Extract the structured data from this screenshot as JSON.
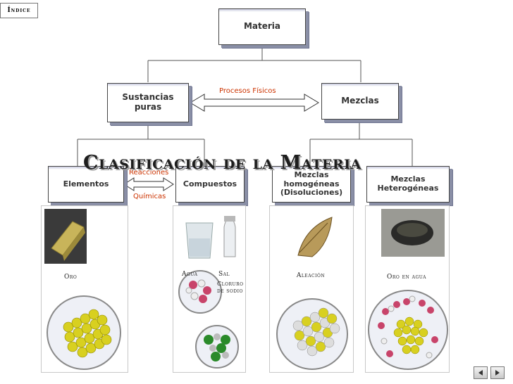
{
  "nav": {
    "index_label": "Índice"
  },
  "title": "Clasificación de la Materia",
  "nodes": {
    "materia": "Materia",
    "sustancias": "Sustancias puras",
    "mezclas": "Mezclas",
    "elementos": "Elementos",
    "compuestos": "Compuestos",
    "homogeneas": "Mezclas homogéneas (Disoluciones)",
    "heterogeneas": "Mezclas Heterogéneas"
  },
  "edges": {
    "procesos": "Procesos Físicos",
    "reacciones": "Reacciones",
    "quimicas": "Químicas"
  },
  "captions": {
    "oro": "Oro",
    "agua": "Agua",
    "sal": "Sal",
    "cloruro": "Cloruro de sodio",
    "aleacion": "Aleación",
    "oro_agua": "Oro en agua"
  },
  "footer": {
    "prev_icon": "triangle-left",
    "next_icon": "triangle-right"
  },
  "colors": {
    "shadow": "#8a8fa6",
    "arrow_label": "#cc3300",
    "gold": "#d8d020",
    "green": "#2a8a2a"
  }
}
